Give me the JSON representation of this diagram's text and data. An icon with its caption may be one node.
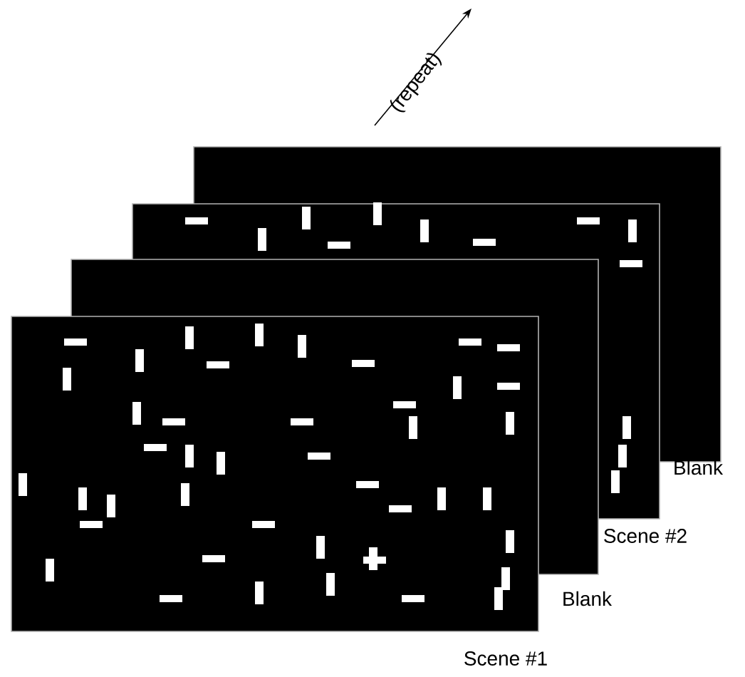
{
  "diagram": {
    "nodes": [
      {
        "text": [],
        "shape": "box",
        "beside": [
          "Scene #1"
        ]
      },
      {
        "text": [],
        "shape": "box",
        "beside": [
          "Blank"
        ]
      },
      {
        "text": [],
        "shape": "box",
        "beside": [
          "Scene #2"
        ]
      },
      {
        "text": [],
        "shape": "box",
        "beside": [
          "Blank"
        ]
      }
    ],
    "labels": [
      "(repeat)"
    ]
  }
}
